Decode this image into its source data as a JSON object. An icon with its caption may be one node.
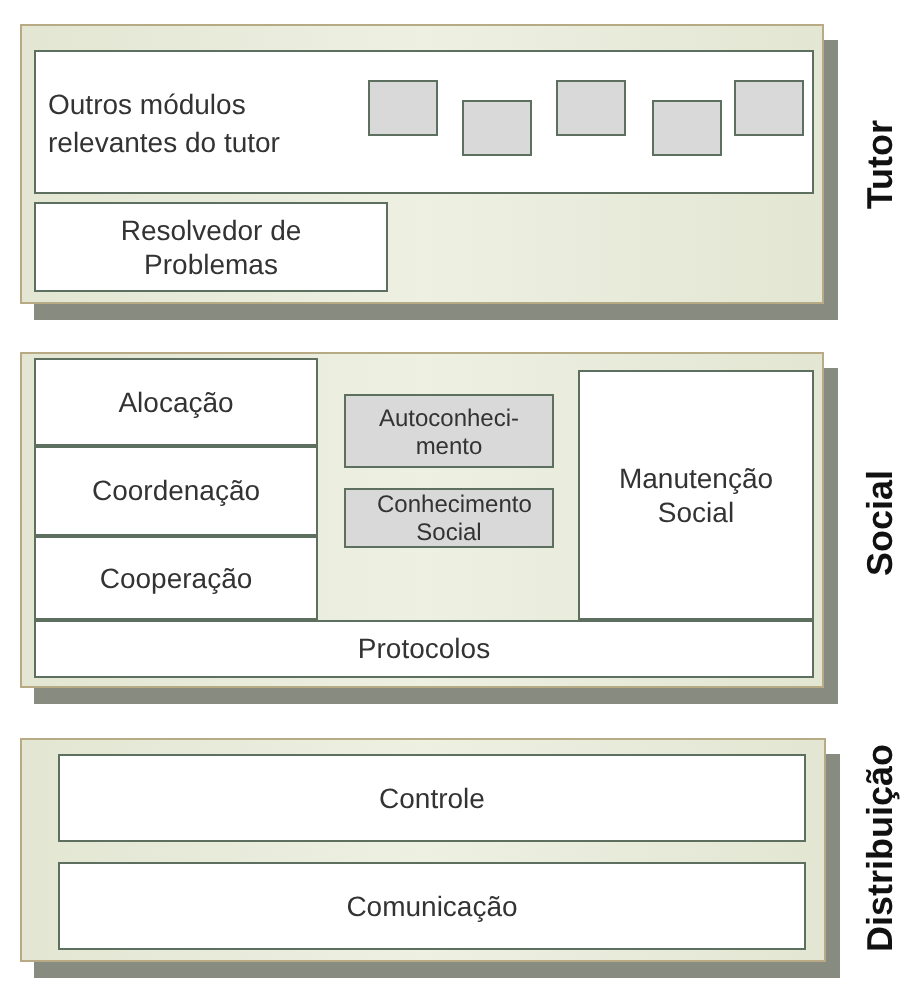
{
  "diagram": {
    "nodes": [
      {
        "text": [
          "Tutor"
        ]
      },
      {
        "text": [
          "Outros módulos relevantes do tutor"
        ],
        "in": 0
      },
      {
        "text": [],
        "shape": "box",
        "in": 1
      },
      {
        "text": [],
        "shape": "box",
        "in": 1
      },
      {
        "text": [],
        "shape": "box",
        "in": 1
      },
      {
        "text": [],
        "shape": "box",
        "in": 1
      },
      {
        "text": [],
        "shape": "box",
        "in": 1
      },
      {
        "text": [
          "Resolvedor de Problemas"
        ],
        "in": 0
      },
      {
        "text": [
          "Social"
        ]
      },
      {
        "text": [
          "Alocação"
        ],
        "in": 8
      },
      {
        "text": [
          "Coordenação"
        ],
        "in": 8
      },
      {
        "text": [
          "Cooperação"
        ],
        "in": 8
      },
      {
        "text": [
          "Autoconheci- mento"
        ],
        "in": 8
      },
      {
        "text": [
          "Conhecimento Social"
        ],
        "in": 8
      },
      {
        "text": [
          "Manutenção Social"
        ],
        "in": 8
      },
      {
        "text": [
          "Protocolos"
        ],
        "in": 8
      },
      {
        "text": [
          "Distribuição"
        ]
      },
      {
        "text": [
          "Controle"
        ],
        "in": 16
      },
      {
        "text": [
          "Comunicação"
        ],
        "in": 16
      }
    ]
  }
}
